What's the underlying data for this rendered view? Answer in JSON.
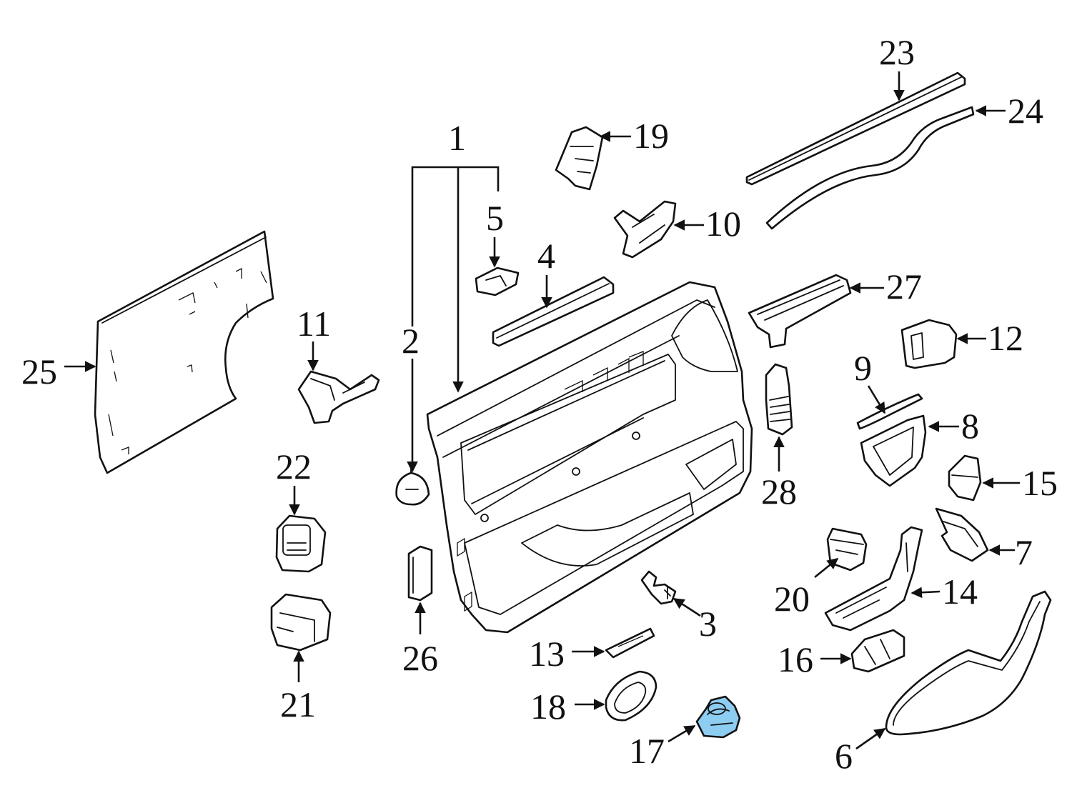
{
  "colors": {
    "line": "#111111",
    "background": "#ffffff",
    "highlight": "#8ecdf2"
  },
  "highlighted_part": "17",
  "callouts": {
    "c1": "1",
    "c2": "2",
    "c3": "3",
    "c4": "4",
    "c5": "5",
    "c6": "6",
    "c7": "7",
    "c8": "8",
    "c9": "9",
    "c10": "10",
    "c11": "11",
    "c12": "12",
    "c13": "13",
    "c14": "14",
    "c15": "15",
    "c16": "16",
    "c17": "17",
    "c18": "18",
    "c19": "19",
    "c20": "20",
    "c21": "21",
    "c22": "22",
    "c23": "23",
    "c24": "24",
    "c25": "25",
    "c26": "26",
    "c27": "27",
    "c28": "28"
  }
}
